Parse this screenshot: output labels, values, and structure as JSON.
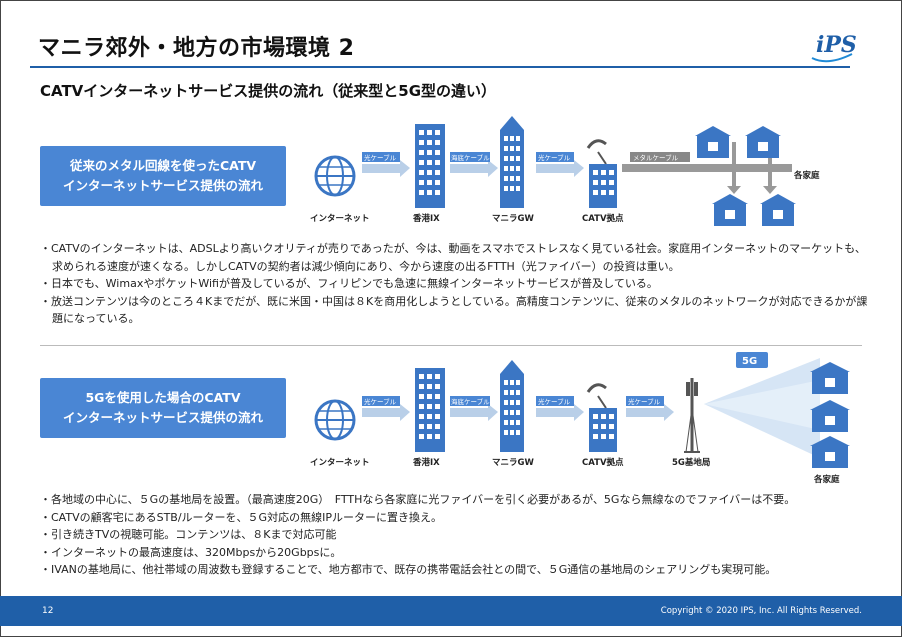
{
  "header": {
    "title": "マニラ郊外・地方の市場環境 2",
    "logo_text": "iPS"
  },
  "subtitle": "CATVインターネットサービス提供の流れ（従来型と5G型の違い）",
  "section1": {
    "box_line1": "従来のメタル回線を使ったCATV",
    "box_line2": "インターネットサービス提供の流れ",
    "nodes": [
      "インターネット",
      "香港IX",
      "マニラGW",
      "CATV拠点"
    ],
    "links": [
      "光ケーブル",
      "海底ケーブル",
      "光ケーブル",
      "メタルケーブル"
    ],
    "homes_label": "各家庭",
    "bullets": [
      "・CATVのインターネットは、ADSLより高いクオリティが売りであったが、今は、動画をスマホでストレスなく見ている社会。家庭用インターネットのマーケットも、求められる速度が速くなる。しかしCATVの契約者は減少傾向にあり、今から速度の出るFTTH（光ファイバー）の投資は重い。",
      "・日本でも、WimaxやポケットWifiが普及しているが、フィリピンでも急速に無線インターネットサービスが普及している。",
      "・放送コンテンツは今のところ４Kまでだが、既に米国・中国は８Kを商用化しようとしている。高精度コンテンツに、従来のメタルのネットワークが対応できるかが課題になっている。"
    ]
  },
  "section2": {
    "box_line1": "5Gを使用した場合のCATV",
    "box_line2": "インターネットサービス提供の流れ",
    "nodes": [
      "インターネット",
      "香港IX",
      "マニラGW",
      "CATV拠点",
      "5G基地局"
    ],
    "links": [
      "光ケーブル",
      "海底ケーブル",
      "光ケーブル",
      "光ケーブル"
    ],
    "badge": "5G",
    "homes_label": "各家庭",
    "bullets": [
      "・各地域の中心に、５Gの基地局を設置。（最高速度20G）　FTTHなら各家庭に光ファイバーを引く必要があるが、5Gなら無線なのでファイバーは不要。",
      "・CATVの顧客宅にあるSTB/ルーターを、５G対応の無線IPルーターに置き換え。",
      "・引き続きTVの視聴可能。コンテンツは、８Kまで対応可能",
      "・インターネットの最高速度は、320Mbpsから20Gbpsに。",
      "・IVANの基地局に、他社帯域の周波数も登録することで、地方都市で、既存の携帯電話会社との間で、５G通信の基地局のシェアリングも実現可能。"
    ]
  },
  "footer": {
    "page": "12",
    "copyright": "Copyright © 2020 IPS, Inc. All Rights Reserved."
  },
  "colors": {
    "accent": "#1f5fa8",
    "box": "#4a86d4",
    "building": "#3b76c4",
    "arrow": "#b9cfe8"
  }
}
